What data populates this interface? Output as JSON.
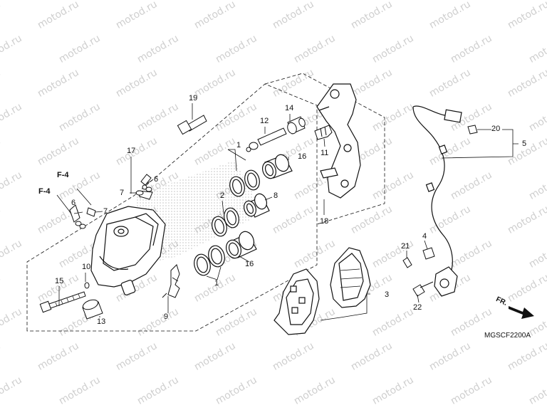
{
  "watermark": {
    "text": "motod.ru"
  },
  "callouts": {
    "c1_top": "1",
    "c1_bottom": "1",
    "c2": "2",
    "c3": "3",
    "c4": "4",
    "c5": "5",
    "c6_a": "6",
    "c6_b": "6",
    "c7_a": "7",
    "c7_b": "7",
    "c8": "8",
    "c9": "9",
    "c10": "10",
    "c11": "11",
    "c12": "12",
    "c13": "13",
    "c14": "14",
    "c15": "15",
    "c16_a": "16",
    "c16_b": "16",
    "c17": "17",
    "c18": "18",
    "c19": "19",
    "c20": "20",
    "c21": "21",
    "c22": "22"
  },
  "refs": {
    "f4_a": "F-4",
    "f4_b": "F-4"
  },
  "direction_label": "FR.",
  "diagram_code": "MGSCF2200A",
  "colors": {
    "line": "#111111",
    "watermark": "#cfcfcf",
    "background": "#ffffff"
  },
  "icons": {
    "front_arrow": "arrow-right-icon"
  }
}
